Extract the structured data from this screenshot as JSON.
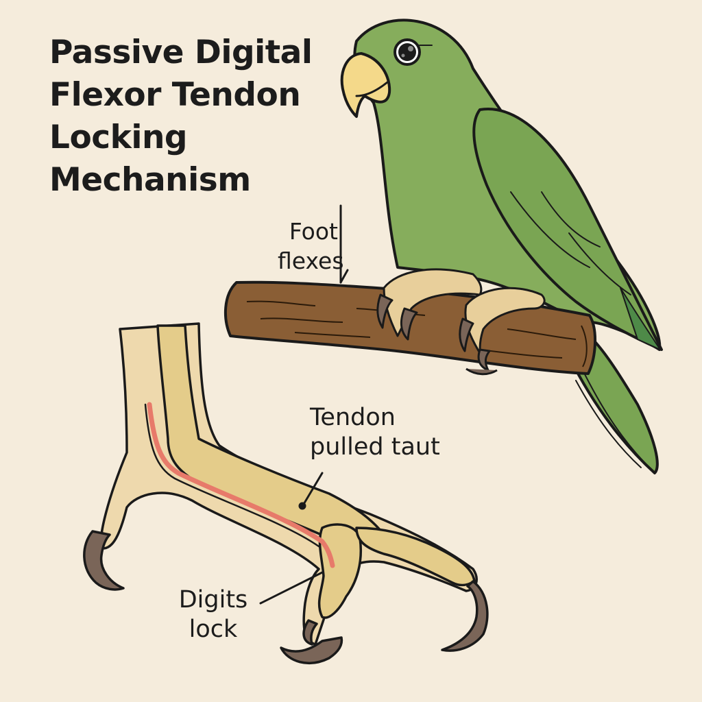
{
  "title": {
    "lines": [
      "Passive Digital",
      "Flexor Tendon",
      "Locking",
      "Mechanism"
    ]
  },
  "labels": {
    "foot_flexes": {
      "lines": [
        "Foot",
        "flexes"
      ]
    },
    "tendon_pulled_taut": {
      "lines": [
        "Tendon",
        "pulled taut"
      ]
    },
    "digits_lock": {
      "lines": [
        "Digits",
        "lock"
      ]
    }
  },
  "illustrations": {
    "parrot": "green parrot perched on branch",
    "perch": "brown wooden branch",
    "foot_anatomy": "cross-section of bird foot showing flexor tendon"
  },
  "colors": {
    "background": "#f5ecdc",
    "parrot_green": "#86ad5c",
    "wing_green": "#7aa553",
    "dark_green": "#4e8a48",
    "beak_yellow": "#f4d98a",
    "branch_brown": "#8a5e35",
    "skin_tan": "#eed9ad",
    "bone_yellow": "#e4cc8a",
    "tendon_red": "#e77a6a",
    "claw_brown": "#7a6558",
    "outline": "#1a1a1a"
  }
}
